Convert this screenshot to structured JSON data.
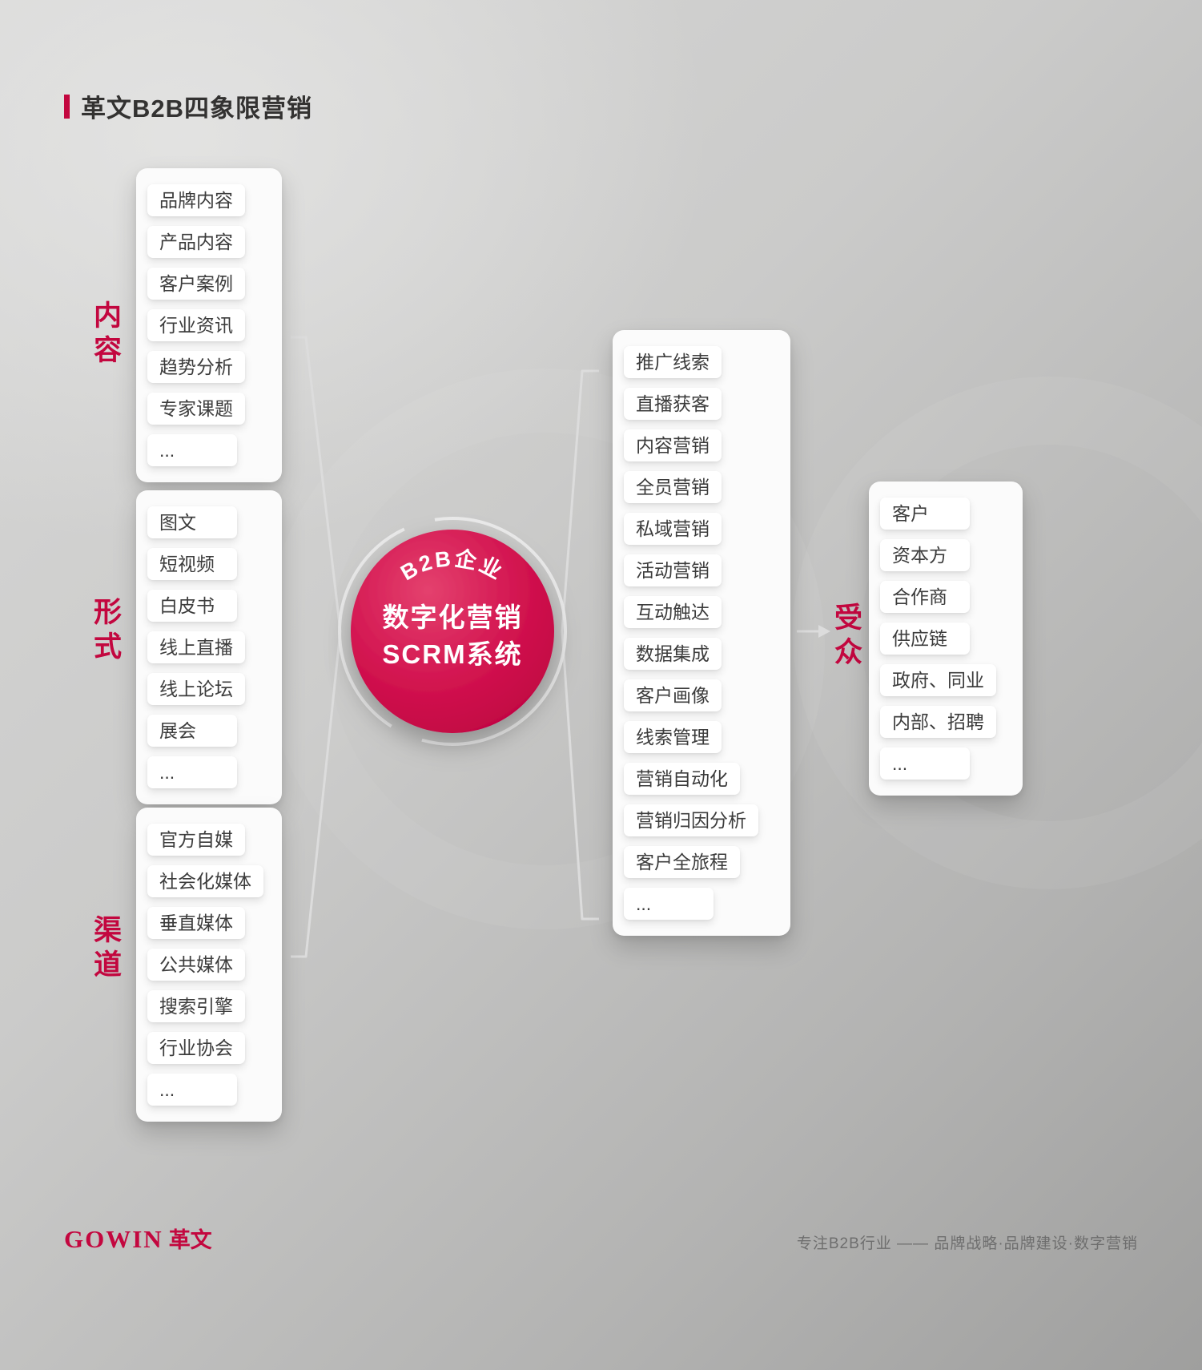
{
  "page": {
    "title": "革文B2B四象限营销"
  },
  "groups": [
    {
      "label": "内容",
      "items": [
        "品牌内容",
        "产品内容",
        "客户案例",
        "行业资讯",
        "趋势分析",
        "专家课题",
        "..."
      ]
    },
    {
      "label": "形式",
      "items": [
        "图文",
        "短视频",
        "白皮书",
        "线上直播",
        "线上论坛",
        "展会",
        "..."
      ]
    },
    {
      "label": "渠道",
      "items": [
        "官方自媒",
        "社会化媒体",
        "垂直媒体",
        "公共媒体",
        "搜索引擎",
        "行业协会",
        "..."
      ]
    }
  ],
  "center": {
    "badge": "B2B企业",
    "line1": "数字化营销",
    "line2": "SCRM系统"
  },
  "scrm": {
    "items": [
      "推广线索",
      "直播获客",
      "内容营销",
      "全员营销",
      "私域营销",
      "活动营销",
      "互动触达",
      "数据集成",
      "客户画像",
      "线索管理",
      "营销自动化",
      "营销归因分析",
      "客户全旅程",
      "..."
    ]
  },
  "audience": {
    "label": "受众",
    "items": [
      "客户",
      "资本方",
      "合作商",
      "供应链",
      "政府、同业",
      "内部、招聘",
      "..."
    ]
  },
  "footer": {
    "logo_en": "GOWIN",
    "logo_cn": "革文",
    "tagline": "专注B2B行业 —— 品牌战略·品牌建设·数字营销"
  },
  "colors": {
    "accent": "#C3073F",
    "circle_top": "#E03A6A",
    "circle_bottom": "#BE0040",
    "text": "#3C3C3C"
  }
}
